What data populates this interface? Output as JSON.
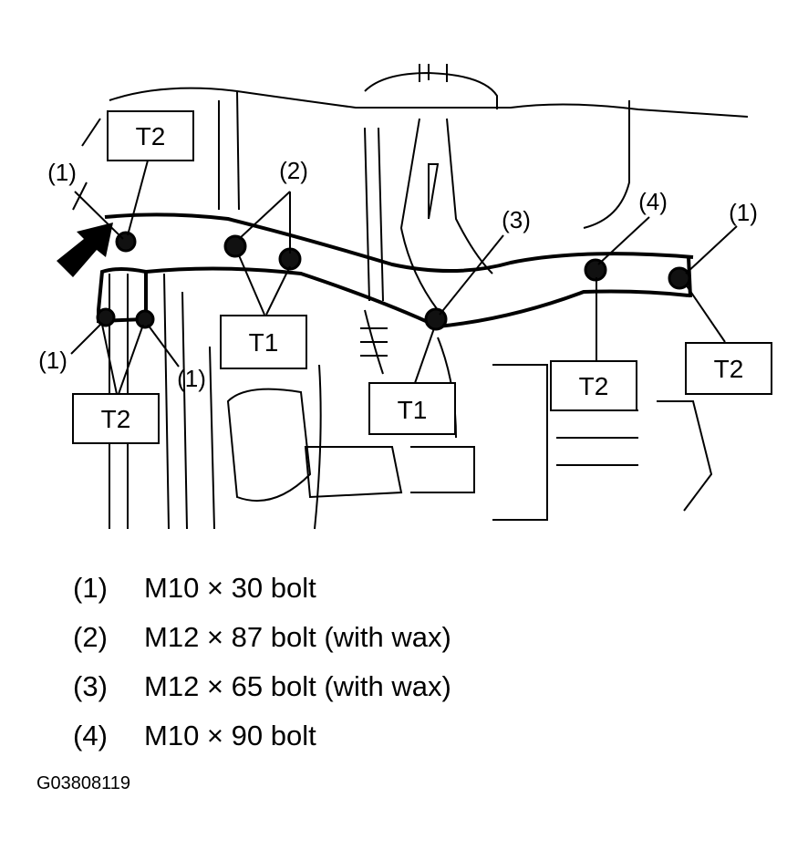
{
  "callouts": {
    "t2_top_left": "T2",
    "t1_mid_left": "T1",
    "t2_bottom_left": "T2",
    "t1_center": "T1",
    "t2_right_mid": "T2",
    "t2_far_right": "T2"
  },
  "number_labels": {
    "n1_top_left": "(1)",
    "n2_top": "(2)",
    "n3_center": "(3)",
    "n4_right": "(4)",
    "n1_far_right": "(1)",
    "n1_bottom_left": "(1)",
    "n1_bottom_left2": "(1)"
  },
  "legend": [
    {
      "num": "(1)",
      "desc": "M10 × 30 bolt"
    },
    {
      "num": "(2)",
      "desc": "M12 × 87 bolt (with wax)"
    },
    {
      "num": "(3)",
      "desc": "M12 × 65 bolt (with wax)"
    },
    {
      "num": "(4)",
      "desc": "M10 × 90 bolt"
    }
  ],
  "figure_code": "G03808119"
}
